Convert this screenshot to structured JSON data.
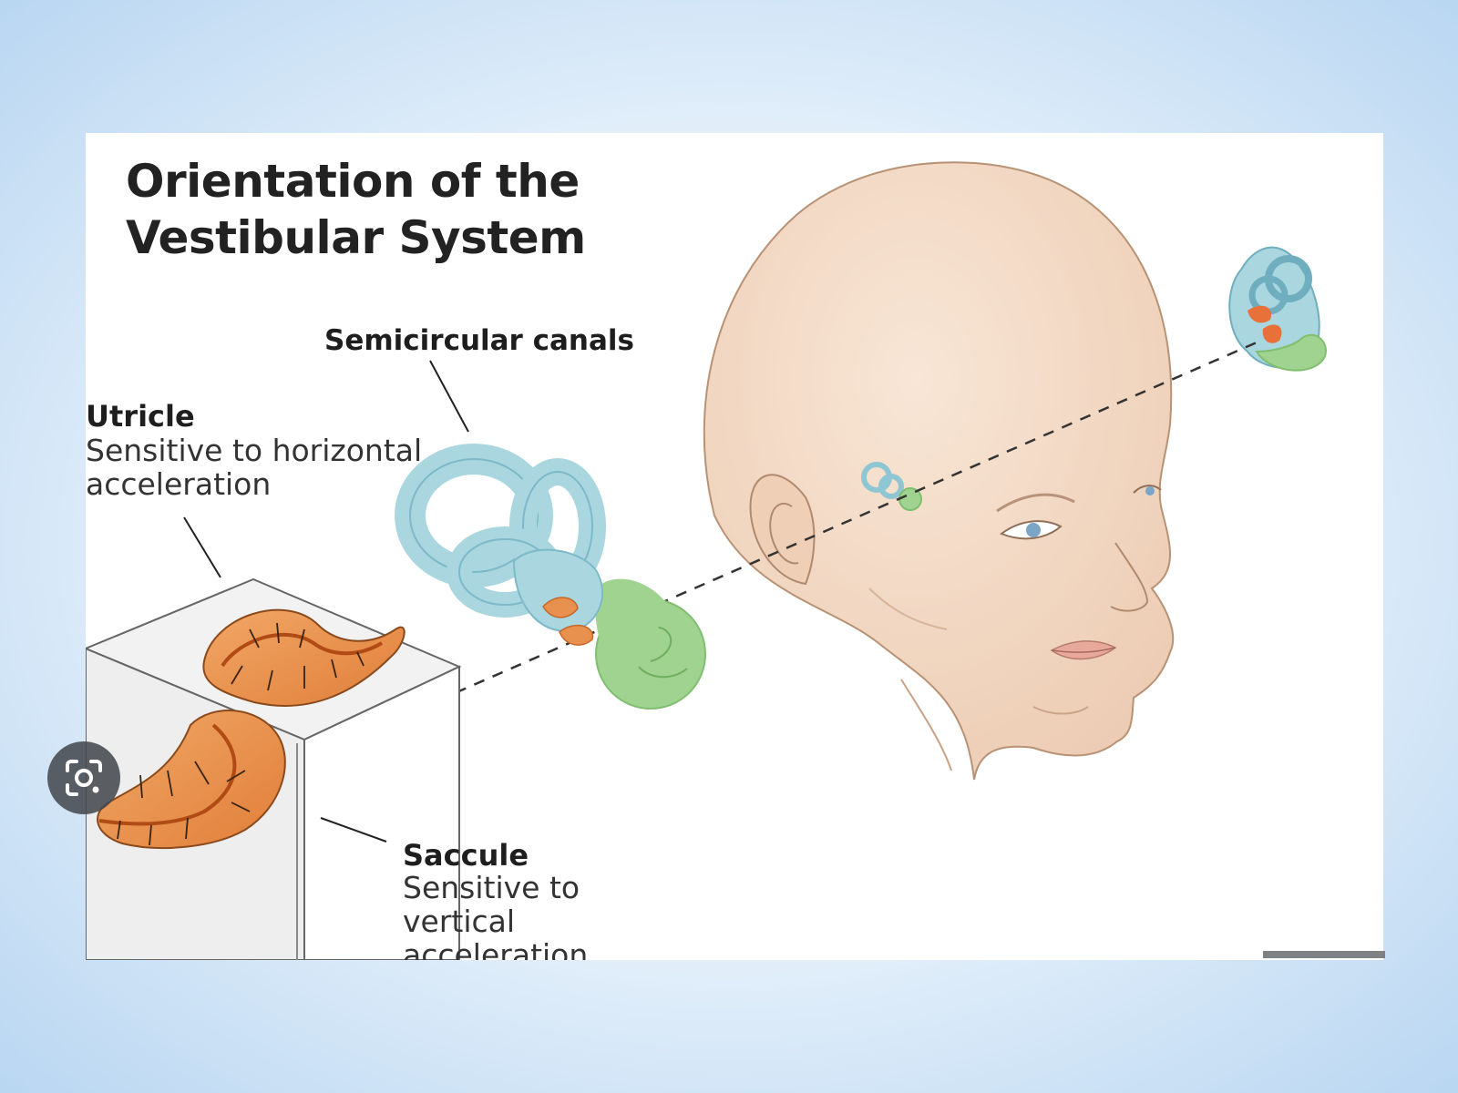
{
  "title": {
    "line1": "Orientation of the",
    "line2": "Vestibular System"
  },
  "labels": {
    "semicircular": {
      "name": "Semicircular canals"
    },
    "utricle": {
      "name": "Utricle",
      "description": "Sensitive to horizontal acceleration"
    },
    "saccule": {
      "name": "Saccule",
      "description": "Sensitive to vertical acceleration"
    }
  },
  "colors": {
    "canal_blue": "#a9d6df",
    "cochlea_green": "#9fd38f",
    "otolith_orange": "#e8904e",
    "skin": "#f4ddc9",
    "text_dark": "#222222"
  },
  "icons": {
    "lens": "google-lens-icon"
  }
}
